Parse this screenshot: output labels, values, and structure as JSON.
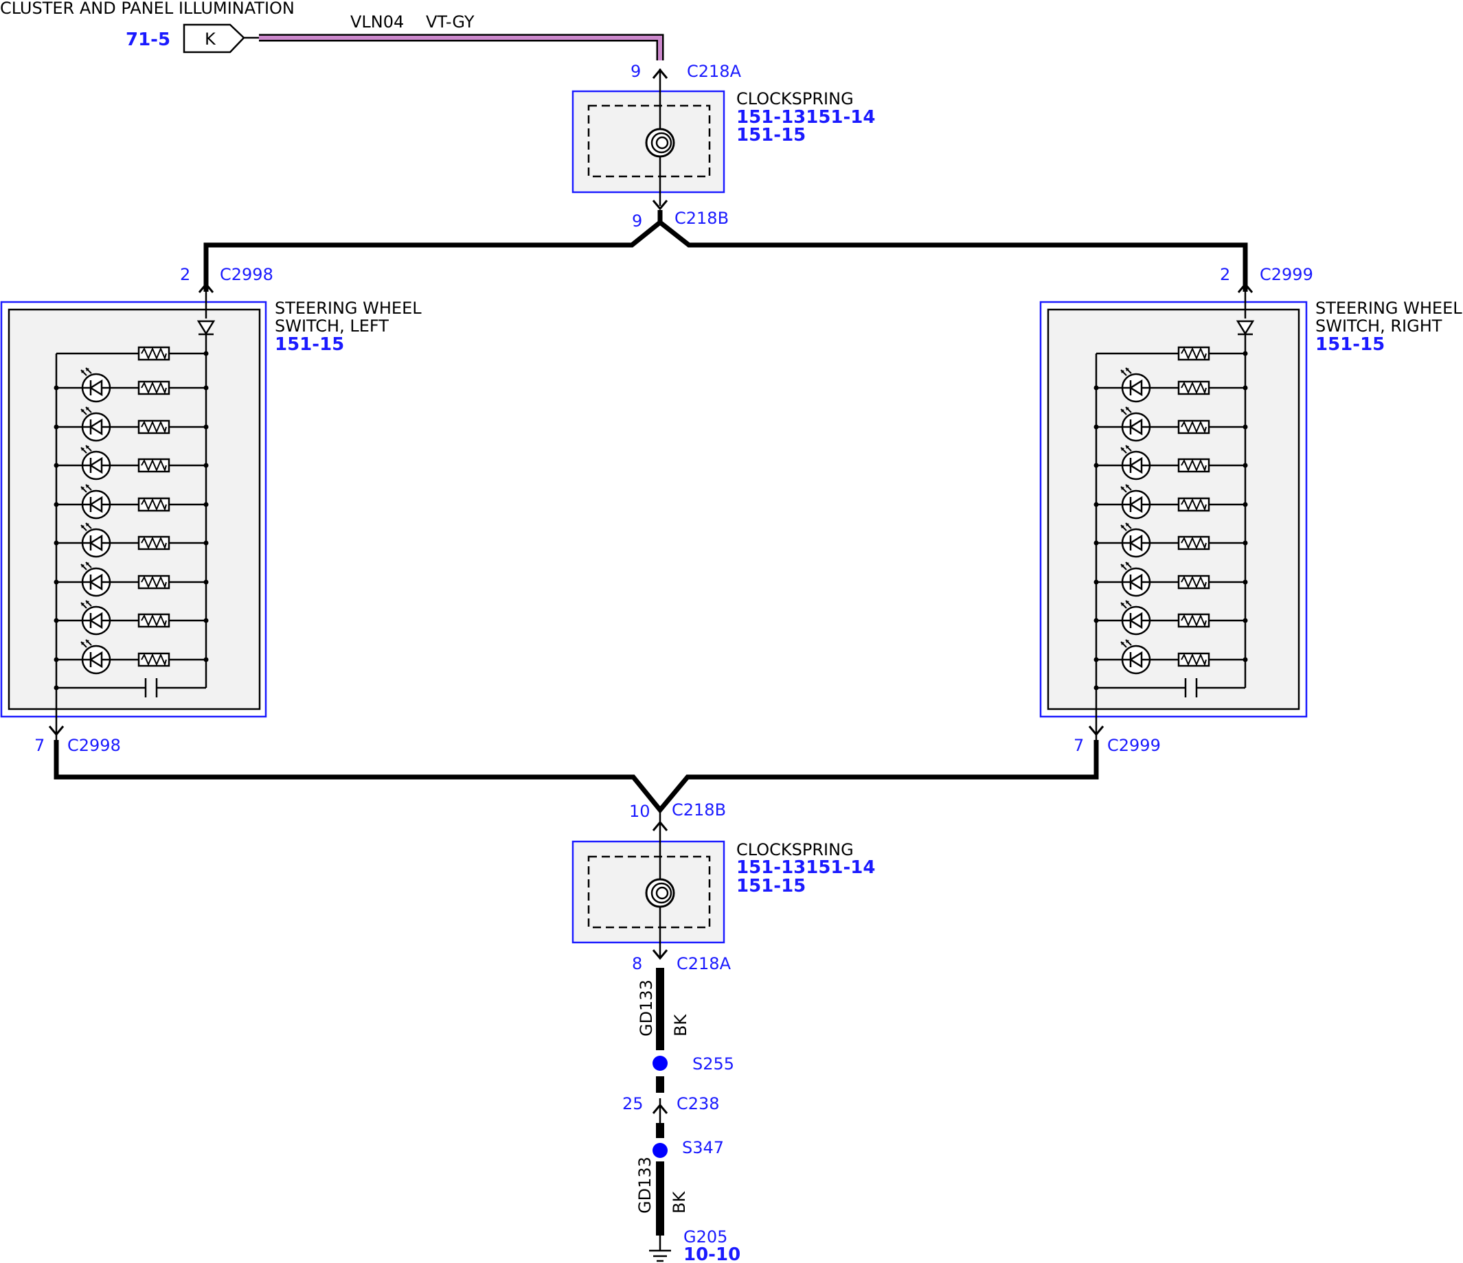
{
  "source": {
    "title": "CLUSTER AND PANEL ILLUMINATION",
    "ref": "71-5",
    "pin": "K",
    "circuit": "VLN04",
    "wire_color": "VT-GY"
  },
  "clockspring_top": {
    "name": "CLOCKSPRING",
    "refs_line1": "151-13151-14",
    "refs_line2": "151-15",
    "in_pin": "9",
    "in_connector": "C218A",
    "out_pin": "9",
    "out_connector": "C218B"
  },
  "switch_left": {
    "name_line1": "STEERING WHEEL",
    "name_line2": "SWITCH, LEFT",
    "ref": "151-15",
    "in_pin": "2",
    "in_connector": "C2998",
    "out_pin": "7",
    "out_connector": "C2998"
  },
  "switch_right": {
    "name_line1": "STEERING WHEEL",
    "name_line2": "SWITCH, RIGHT",
    "ref": "151-15",
    "in_pin": "2",
    "in_connector": "C2999",
    "out_pin": "7",
    "out_connector": "C2999"
  },
  "clockspring_bottom": {
    "name": "CLOCKSPRING",
    "refs_line1": "151-13151-14",
    "refs_line2": "151-15",
    "in_pin": "10",
    "in_connector": "C218B",
    "out_pin": "8",
    "out_connector": "C218A"
  },
  "ground_path": {
    "circuit_upper": "GD133",
    "color_upper": "BK",
    "splice1": "S255",
    "inline_pin": "25",
    "inline_connector": "C238",
    "splice2": "S347",
    "circuit_lower": "GD133",
    "color_lower": "BK",
    "ground": "G205",
    "ground_ref": "10-10"
  },
  "colors": {
    "reference_blue": "#1a1aff",
    "wire_violet_gray": "#cc88cc",
    "component_fill": "#f2f2f2",
    "splice_blue": "#0000ff"
  },
  "icons": {
    "clockspring": "spiral-coil-icon",
    "led": "led-icon",
    "resistor": "resistor-icon",
    "diode": "diode-icon",
    "capacitor": "capacitor-icon",
    "ground": "ground-icon",
    "splice": "splice-dot-icon"
  }
}
